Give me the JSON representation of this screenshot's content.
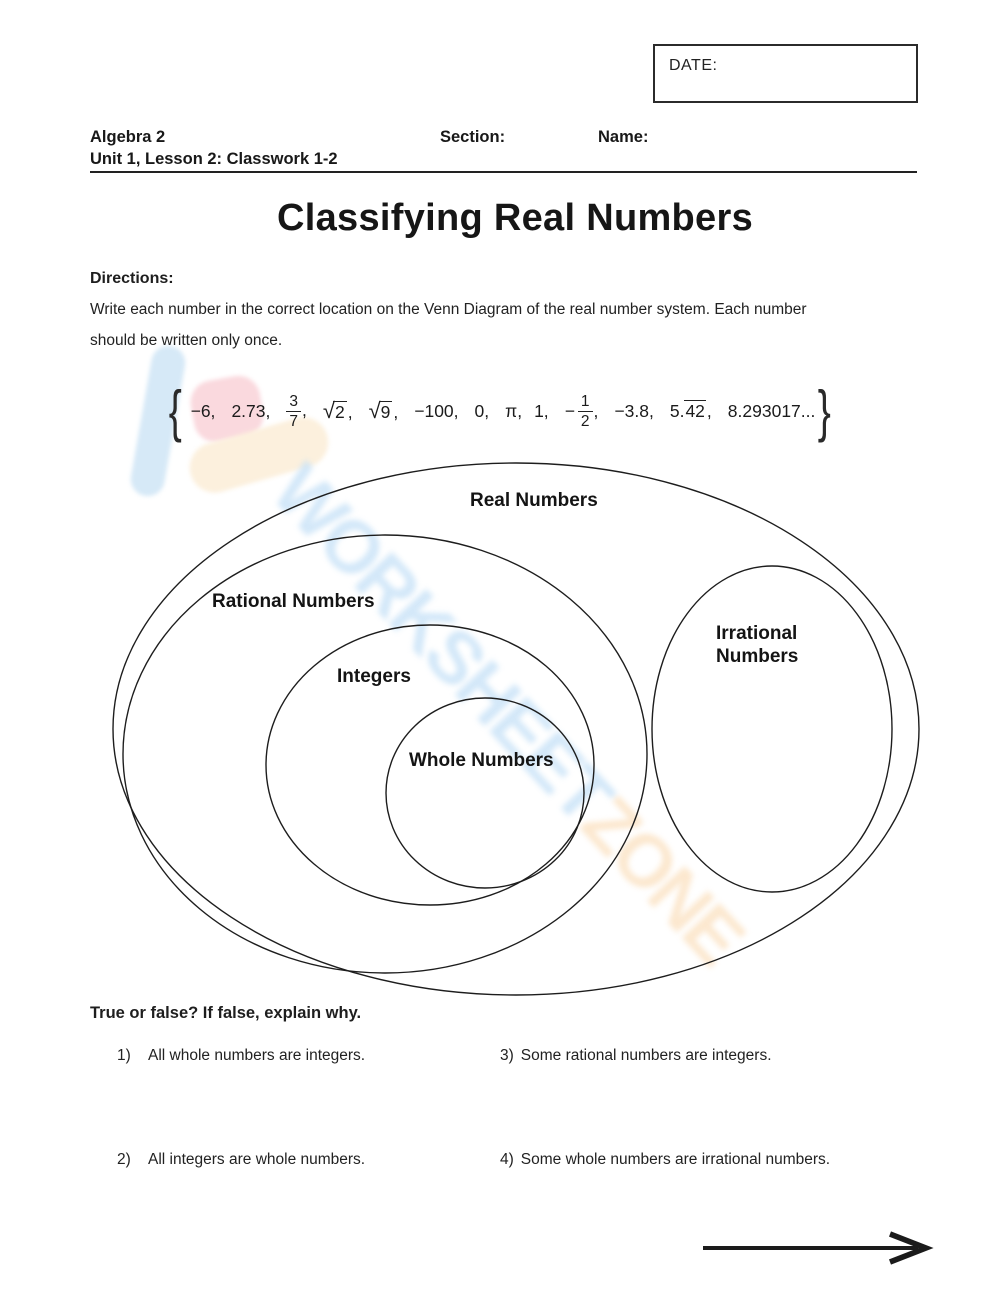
{
  "header": {
    "date_label": "DATE:",
    "course": "Algebra 2",
    "section_label": "Section:",
    "name_label": "Name:",
    "unit_line": "Unit 1, Lesson 2: Classwork 1-2"
  },
  "title": "Classifying Real Numbers",
  "directions": {
    "label": "Directions:",
    "line1": "Write each number in the correct location on the Venn Diagram of the real number system.  Each number",
    "line2": "should be written only once."
  },
  "expression": {
    "open_brace": "{",
    "close_brace": "}",
    "comma": ",",
    "neg_six": "−6,",
    "two_73": "2.73,",
    "frac1": {
      "num": "3",
      "den": "7"
    },
    "sqrt1": {
      "sign": "√",
      "rad": "2"
    },
    "sqrt2": {
      "sign": "√",
      "rad": "9"
    },
    "neg_100": "−100,",
    "zero": "0,",
    "pi": "π,",
    "one": "1,",
    "neg_sign": "−",
    "frac2": {
      "num": "1",
      "den": "2"
    },
    "neg_38": "−3.8,",
    "repeating": {
      "pre": "5.",
      "bar": "42"
    },
    "last": "8.293017..."
  },
  "venn": {
    "real": "Real Numbers",
    "rational": "Rational Numbers",
    "integers": "Integers",
    "whole": "Whole Numbers",
    "irrational": "Irrational Numbers"
  },
  "watermark": {
    "word_blue": "WORKSHEET",
    "word_orange": "ZONE",
    "blue": "#c8e2f7",
    "orange": "#fbe2c3"
  },
  "truefalse": {
    "heading": "True or false?  If false, explain why.",
    "questions": [
      {
        "num": "1)",
        "text": "All whole numbers are integers."
      },
      {
        "num": "2)",
        "text": "All integers are whole numbers."
      },
      {
        "num": "3)",
        "text": "Some rational numbers are integers."
      },
      {
        "num": "4)",
        "text": "Some whole numbers are irrational numbers."
      }
    ]
  }
}
